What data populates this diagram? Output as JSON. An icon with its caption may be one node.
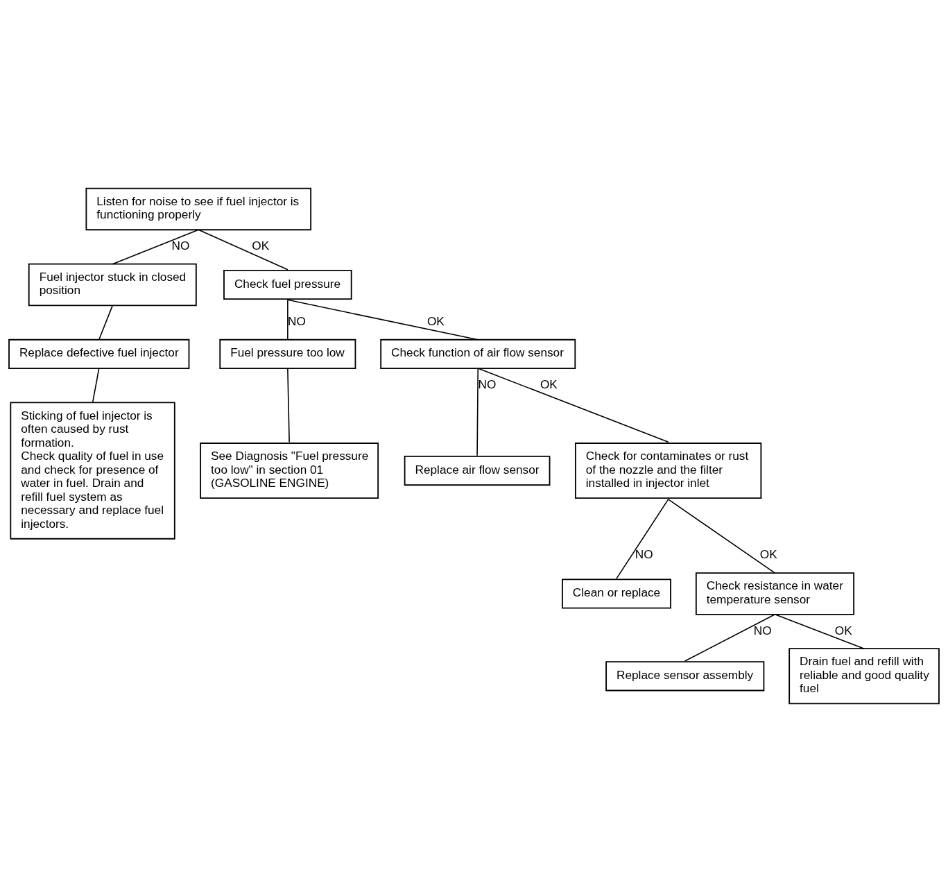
{
  "diagram": {
    "nodes": [
      {
        "text": [
          "Listen for noise to see if fuel injector is functioning properly"
        ]
      },
      {
        "text": [
          "Fuel injector stuck in closed position"
        ]
      },
      {
        "text": [
          "Check fuel pressure"
        ]
      },
      {
        "text": [
          "Replace defective fuel injector"
        ]
      },
      {
        "text": [
          "Sticking of fuel injector is often caused by rust formation.",
          "Check quality of fuel in use and check for presence of water in fuel. Drain and refill fuel system as necessary and replace fuel injectors."
        ]
      },
      {
        "text": [
          "Fuel pressure too low"
        ]
      },
      {
        "text": [
          "Check function of air flow sensor"
        ]
      },
      {
        "text": [
          "See Diagnosis \"Fuel pressure too low\" in section 01 (GASOLINE ENGINE)"
        ]
      },
      {
        "text": [
          "Replace air flow sensor"
        ]
      },
      {
        "text": [
          "Check for contaminates or rust of the nozzle and the filter installed in injector inlet"
        ]
      },
      {
        "text": [
          "Clean or replace"
        ]
      },
      {
        "text": [
          "Check resistance in water temperature sensor"
        ]
      },
      {
        "text": [
          "Replace sensor assembly"
        ]
      },
      {
        "text": [
          "Drain fuel and refill with reliable and good quality fuel"
        ]
      }
    ],
    "edges": [
      {
        "from": 0,
        "to": 1,
        "arrow": "none",
        "label": "NO"
      },
      {
        "from": 0,
        "to": 2,
        "arrow": "none",
        "label": "OK"
      },
      {
        "from": 1,
        "to": 3,
        "arrow": "none"
      },
      {
        "from": 3,
        "to": 4,
        "arrow": "none"
      },
      {
        "from": 2,
        "to": 5,
        "arrow": "none",
        "label": "NO"
      },
      {
        "from": 2,
        "to": 6,
        "arrow": "none",
        "label": "OK"
      },
      {
        "from": 5,
        "to": 7,
        "arrow": "none"
      },
      {
        "from": 6,
        "to": 8,
        "arrow": "none",
        "label": "NO"
      },
      {
        "from": 6,
        "to": 9,
        "arrow": "none",
        "label": "OK"
      },
      {
        "from": 9,
        "to": 10,
        "arrow": "none",
        "label": "NO"
      },
      {
        "from": 9,
        "to": 11,
        "arrow": "none",
        "label": "OK"
      },
      {
        "from": 11,
        "to": 12,
        "arrow": "none",
        "label": "NO"
      },
      {
        "from": 11,
        "to": 13,
        "arrow": "none",
        "label": "OK"
      }
    ]
  }
}
